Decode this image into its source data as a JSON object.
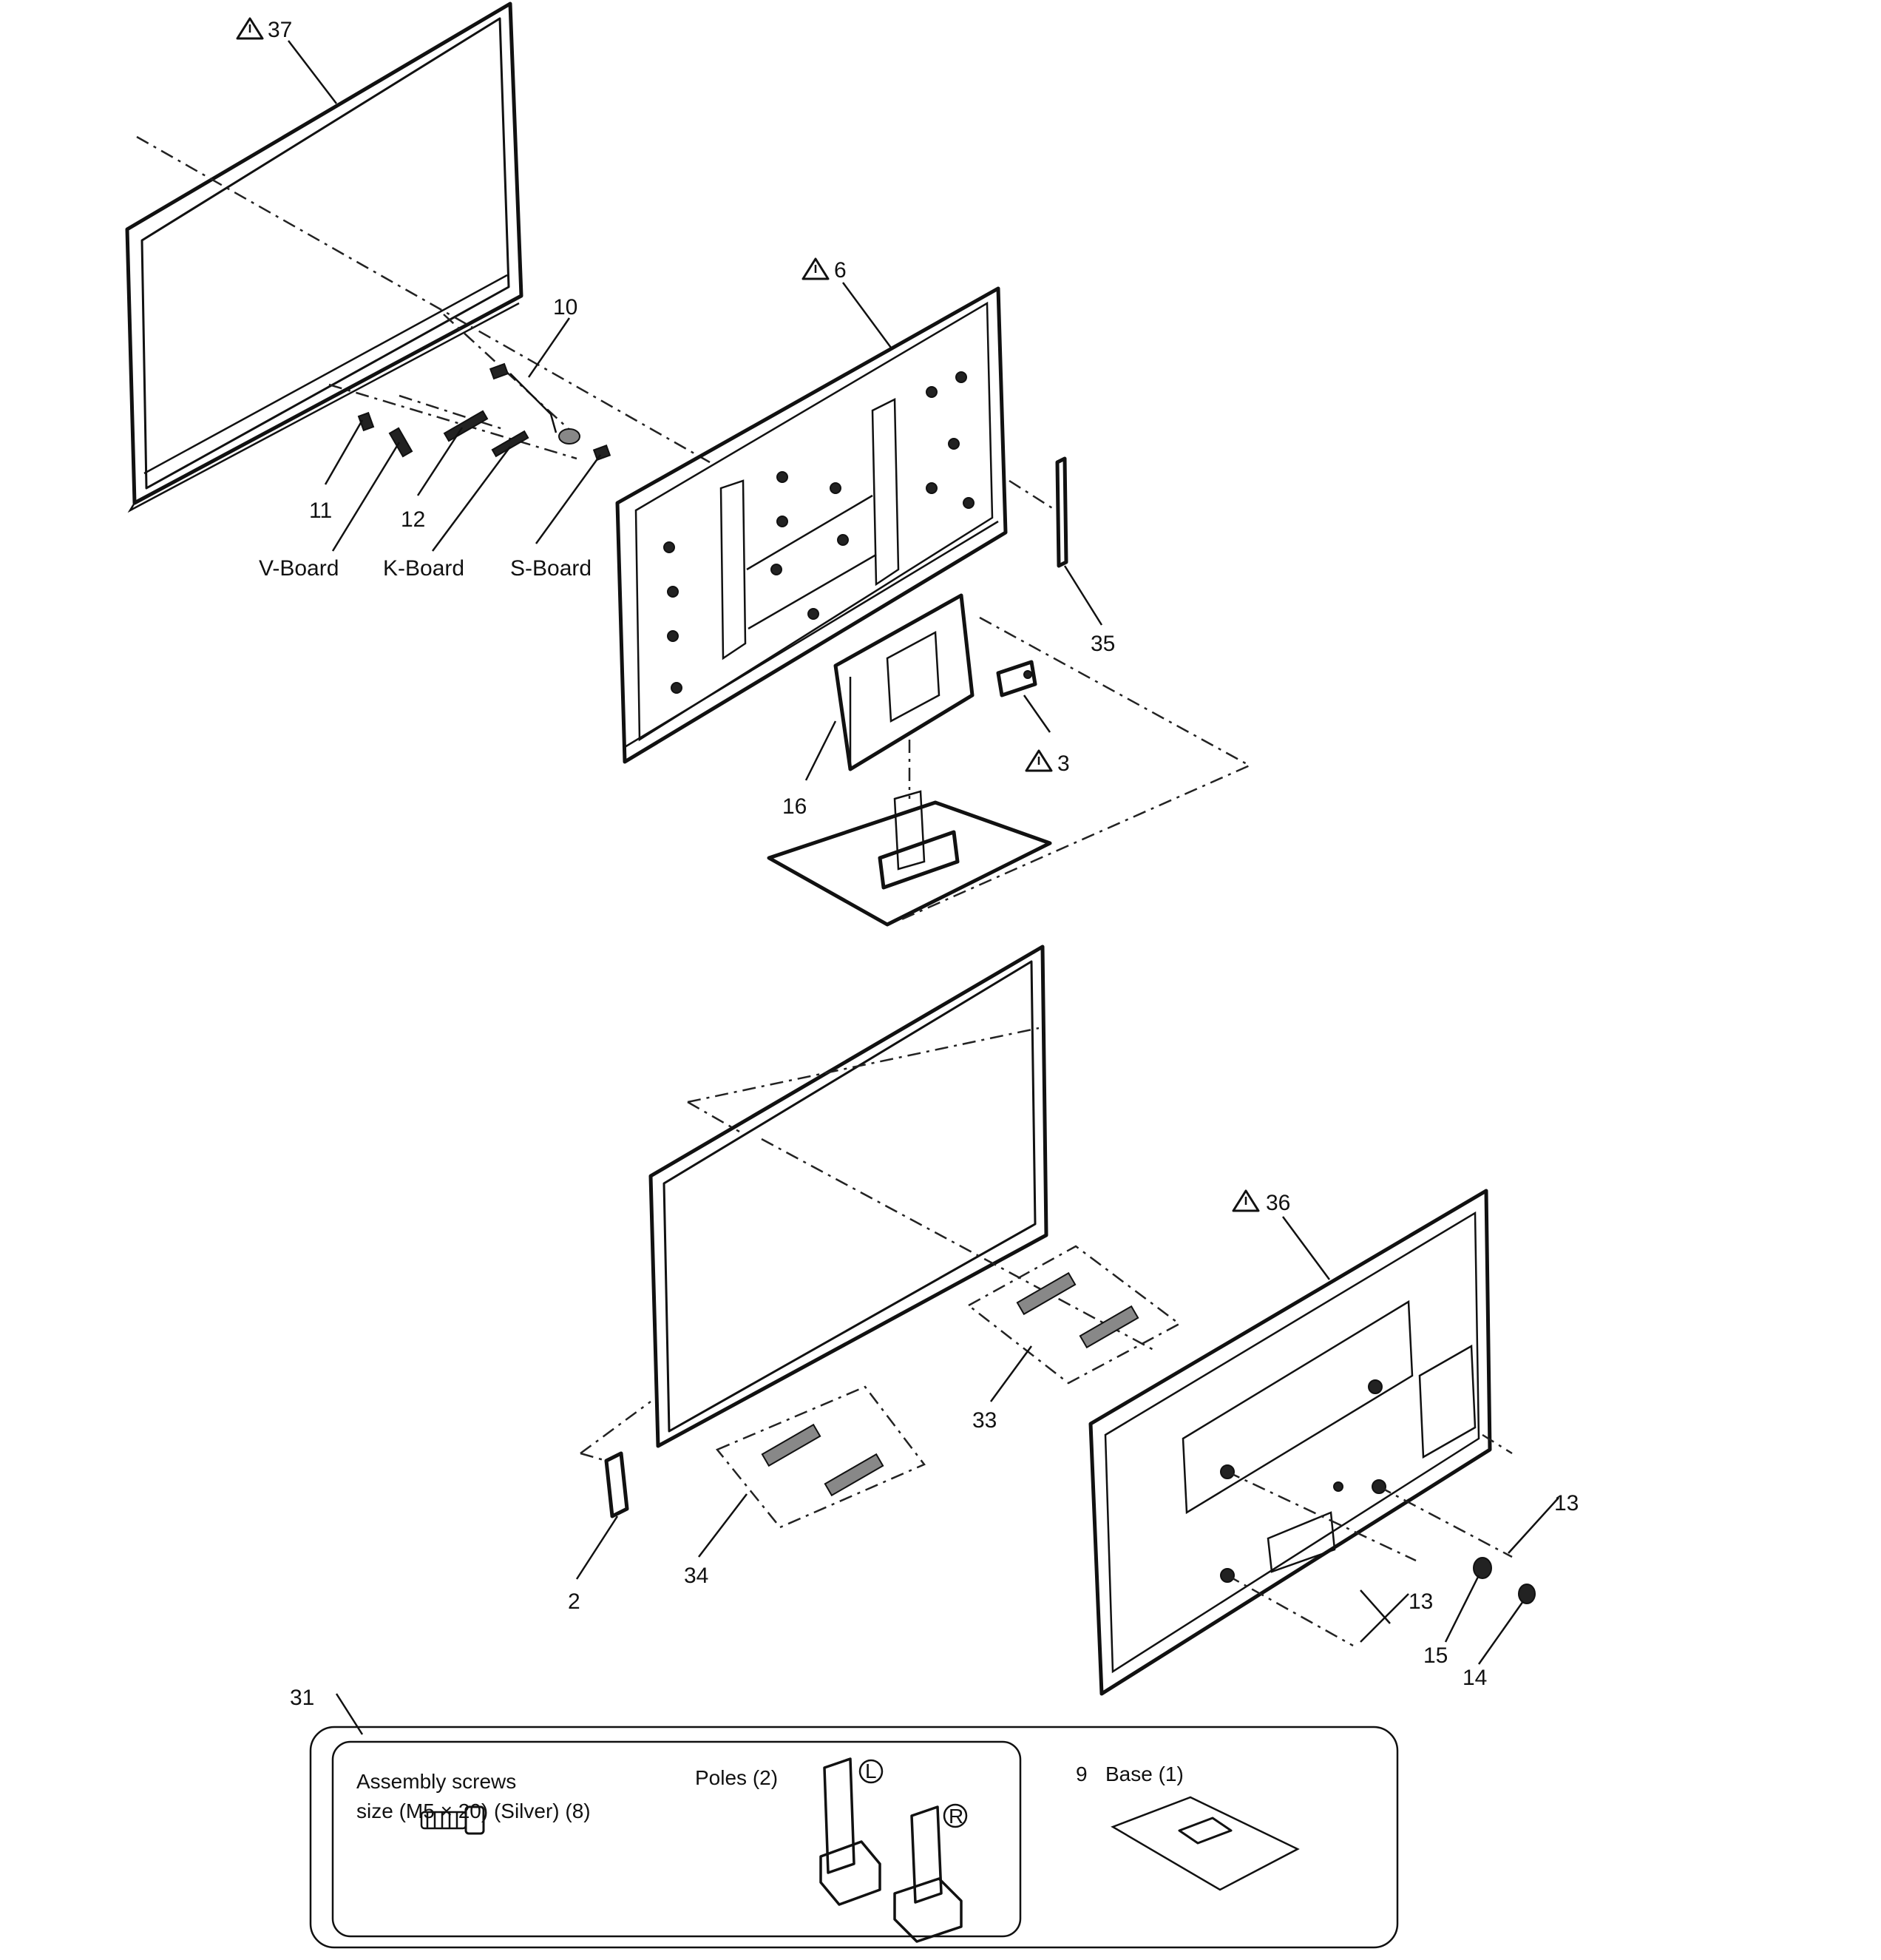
{
  "callouts": {
    "c37": "37",
    "c6": "6",
    "c10": "10",
    "c11": "11",
    "c12": "12",
    "c35": "35",
    "c3": "3",
    "c16": "16",
    "c36": "36",
    "c33": "33",
    "c34": "34",
    "c2": "2",
    "c13a": "13",
    "c13b": "13",
    "c15": "15",
    "c14": "14",
    "c31": "31"
  },
  "boards": {
    "v": "V-Board",
    "k": "K-Board",
    "s": "S-Board"
  },
  "accessory_box": {
    "screws_line1": "Assembly screws",
    "screws_line2": "size (M5 × 20) (Silver) (8)",
    "poles": "Poles (2)",
    "pole_left_mark": "L",
    "pole_right_mark": "R",
    "base_num": "9",
    "base": "Base (1)"
  },
  "icons": {
    "warning": "warning-triangle-icon"
  }
}
